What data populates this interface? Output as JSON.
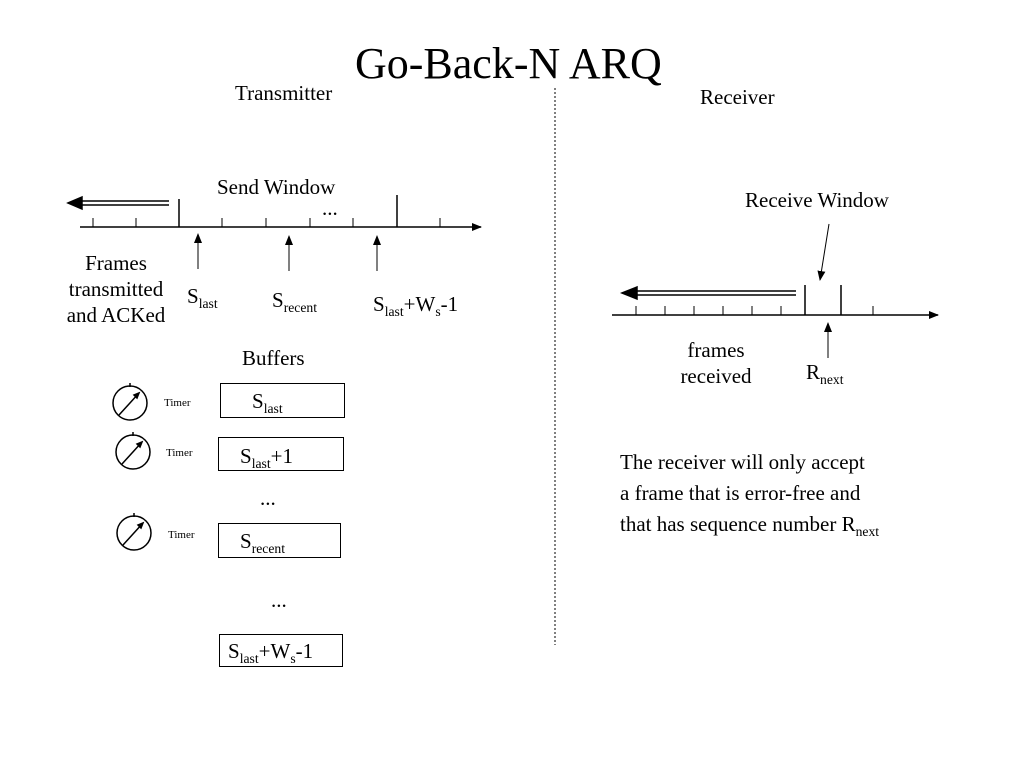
{
  "title": "Go-Back-N ARQ",
  "transmitter": {
    "heading": "Transmitter",
    "send_window": "Send Window",
    "ellipsis": "...",
    "frames_acked": [
      "Frames",
      "transmitted",
      "and ACKed"
    ],
    "s_last": {
      "base": "S",
      "sub": "last"
    },
    "s_recent": {
      "base": "S",
      "sub": "recent"
    },
    "s_last_ws": {
      "base": "S",
      "sub": "last",
      "mid": "+W",
      "sub2": "s",
      "tail": "-1"
    }
  },
  "buffers": {
    "heading": "Buffers",
    "timer_label": "Timer",
    "ellipsis": "...",
    "items": [
      {
        "base": "S",
        "sub": "last",
        "tail": ""
      },
      {
        "base": "S",
        "sub": "last",
        "tail": "+1"
      },
      {
        "base": "S",
        "sub": "recent",
        "tail": ""
      },
      {
        "base": "S",
        "sub": "last",
        "mid": "+W",
        "sub2": "s",
        "tail": "-1"
      }
    ]
  },
  "receiver": {
    "heading": "Receiver",
    "receive_window": "Receive Window",
    "frames_received": [
      "frames",
      "received"
    ],
    "r_next": {
      "base": "R",
      "sub": "next"
    },
    "note_lines": [
      "The receiver will only accept",
      "a frame that is error-free and",
      "that has sequence number R"
    ],
    "note_sub": "next"
  }
}
